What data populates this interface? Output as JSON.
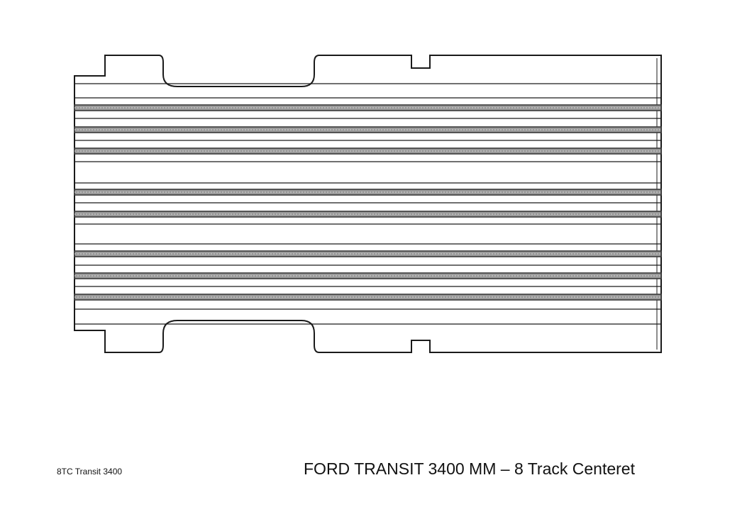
{
  "drawing": {
    "tracks": 8,
    "colors": {
      "outline": "#1a1a1a",
      "track": "#3a3a3a",
      "track_fill": "#9a9a9a"
    }
  },
  "footer": {
    "code": "8TC Transit 3400",
    "title": "FORD TRANSIT 3400 MM – 8 Track Centeret"
  }
}
